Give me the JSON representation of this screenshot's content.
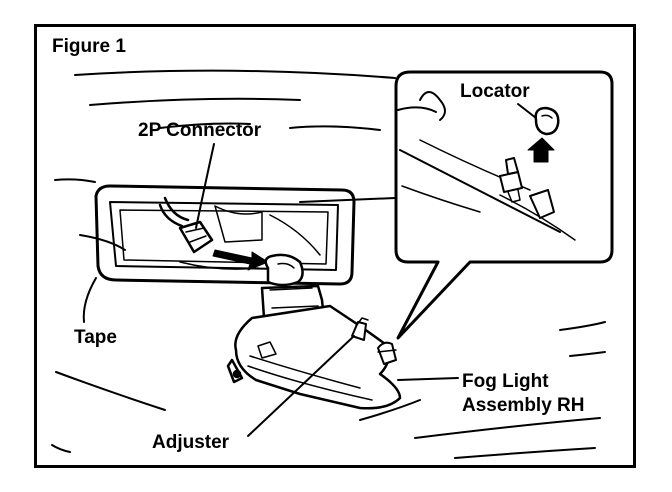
{
  "figure": {
    "title": "Figure 1",
    "labels": {
      "connector": "2P Connector",
      "locator": "Locator",
      "tape": "Tape",
      "adjuster": "Adjuster",
      "fog_light_line1": "Fog Light",
      "fog_light_line2": "Assembly RH"
    }
  }
}
